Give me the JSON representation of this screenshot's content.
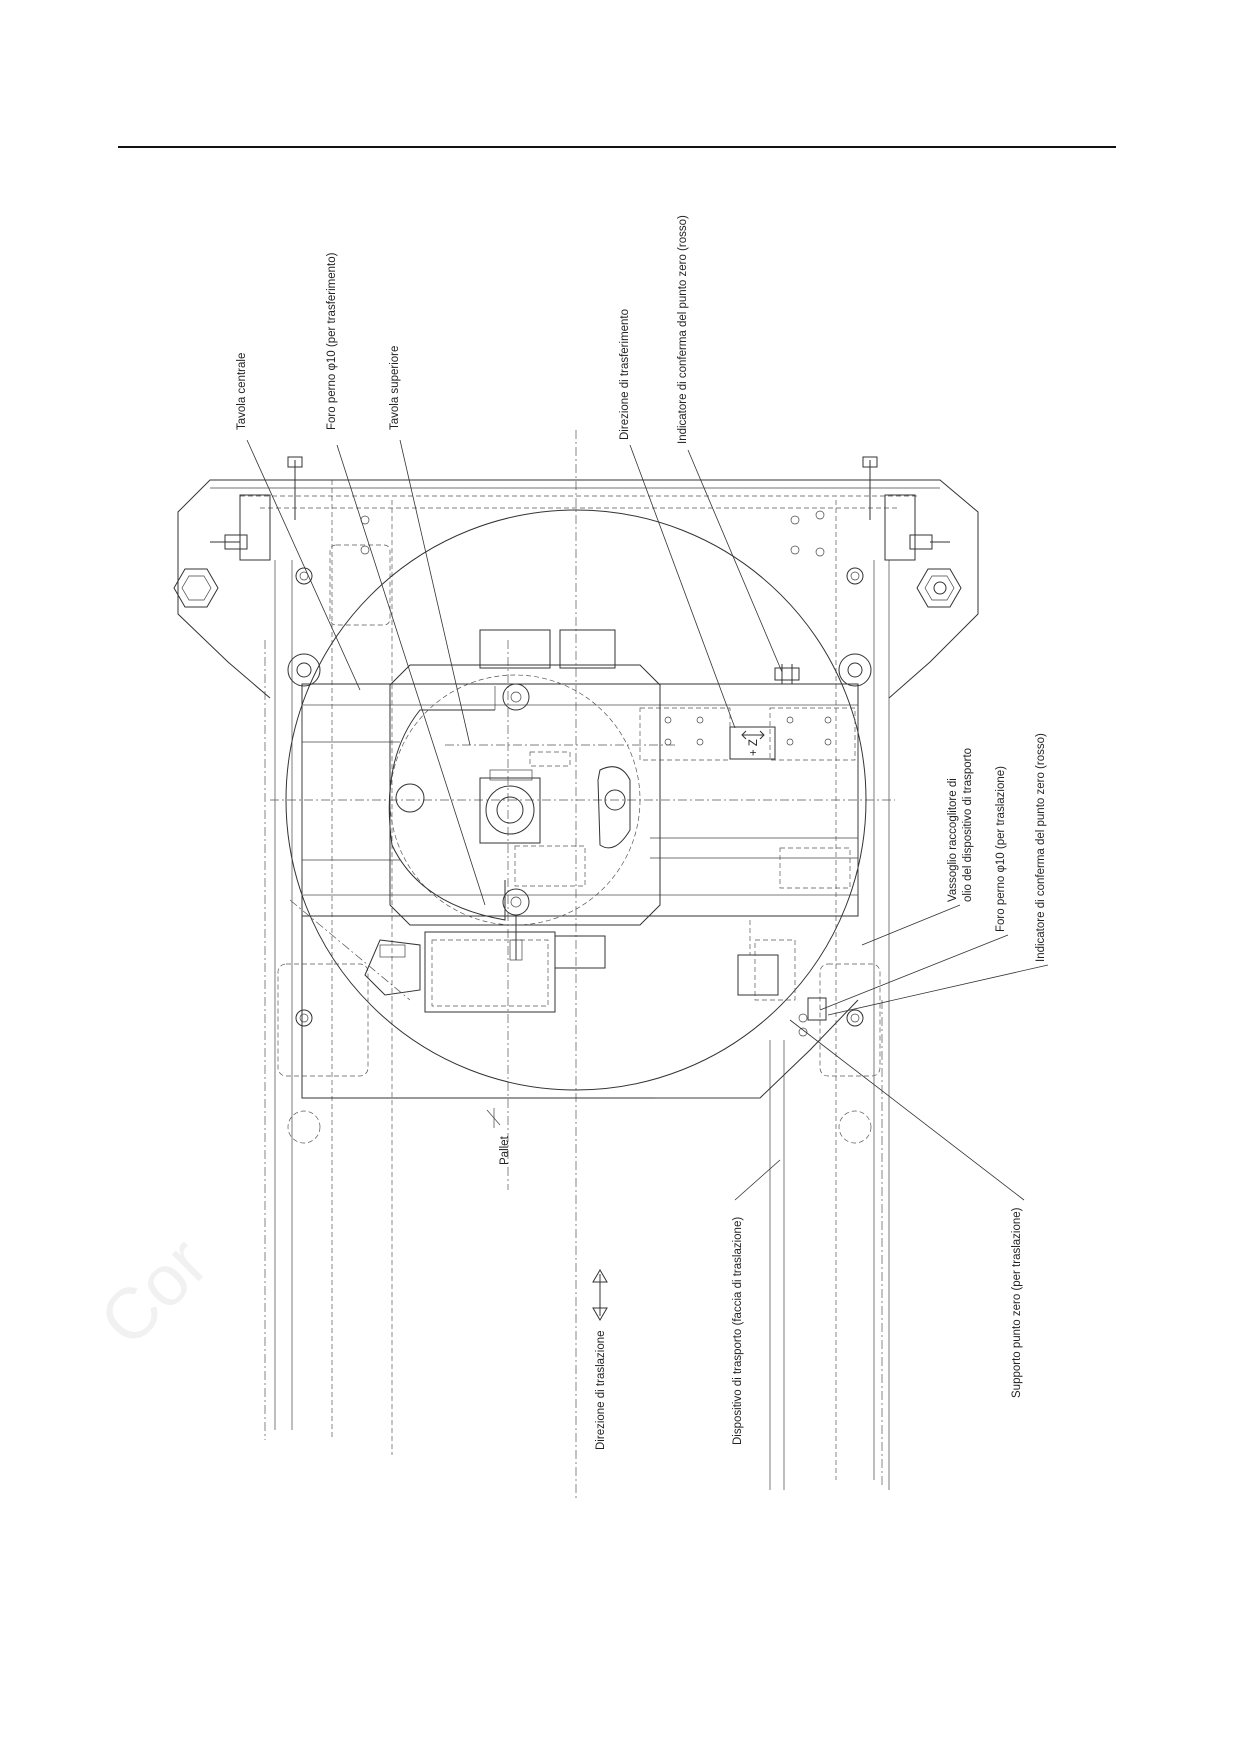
{
  "labels": {
    "tavola_centrale": "Tavola centrale",
    "foro_perno_trasferimento": "Foro perno φ10 (per trasferimento)",
    "tavola_superiore": "Tavola superiore",
    "direzione_trasferimento": "Direzione di trasferimento",
    "indicatore_zero_top": "Indicatore di conferma del punto zero (rosso)",
    "vassoio_line1": "Vassoglio raccoglitore di",
    "vassoio_line2": "olio del dispositivo di trasporto",
    "foro_perno_traslazione": "Foro perno φ10 (per traslazione)",
    "indicatore_zero_right": "Indicatore di conferma del punto zero (rosso)",
    "supporto_punto_zero": "Supporto punto zero (per traslazione)",
    "dispositivo_trasporto": "Dispositivo di trasporto (faccia di traslazione)",
    "direzione_traslazione": "Direzione di traslazione",
    "pallet": "Pallet",
    "z_mark": "+ Z",
    "watermark": "Cor"
  }
}
